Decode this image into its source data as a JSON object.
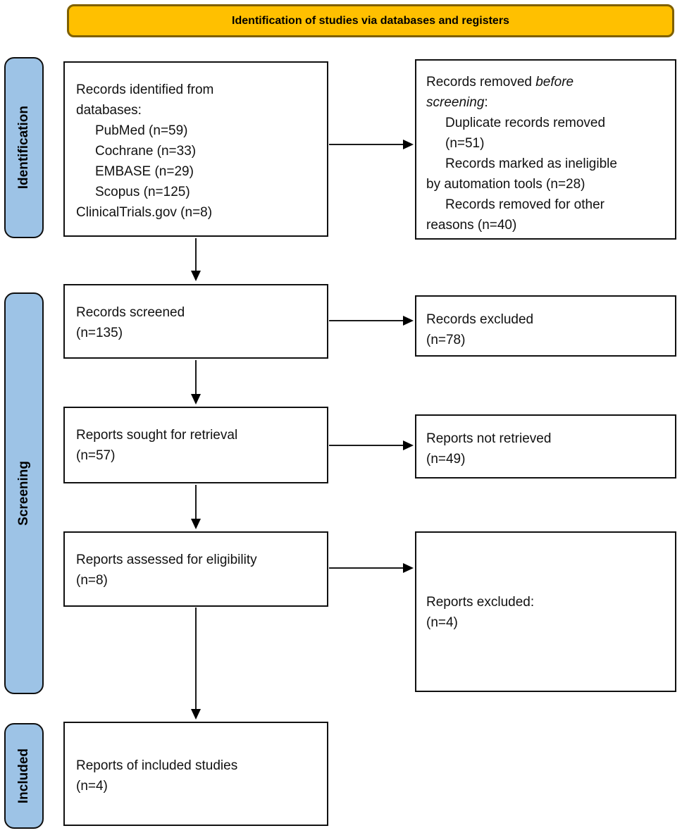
{
  "banner": {
    "label": "Identification of studies via databases and registers"
  },
  "sidebar": {
    "identification": "Identification",
    "screening": "Screening",
    "included": "Included"
  },
  "colors": {
    "banner_fill": "#FFC000",
    "banner_border": "#7F6000",
    "stage_fill": "#9DC3E6",
    "box_border": "#111111",
    "text": "#111111"
  },
  "boxes": {
    "records_identified": {
      "lines": [
        "Records identified from",
        "databases:",
        {
          "text": "PubMed (n=59)",
          "indent": true
        },
        {
          "text": "Cochrane (n=33)",
          "indent": true
        },
        {
          "text": "EMBASE (n=29)",
          "indent": true
        },
        {
          "text": "Scopus (n=125)",
          "indent": true
        },
        "ClinicalTrials.gov (n=8)"
      ]
    },
    "records_removed": {
      "lines": [
        {
          "parts": [
            {
              "text": "Records removed "
            },
            {
              "text": "before",
              "italic": true
            }
          ]
        },
        {
          "parts": [
            {
              "text": "screening",
              "italic": true
            },
            {
              "text": ":"
            }
          ]
        },
        {
          "text": "Duplicate records removed",
          "indent": true
        },
        {
          "text": "(n=51)",
          "indent": true
        },
        {
          "text": "Records marked as ineligible",
          "indent": true
        },
        "by automation tools (n=28)",
        {
          "text": "Records removed for other",
          "indent": true
        },
        "reasons (n=40)"
      ]
    },
    "records_screened": {
      "lines": [
        "Records screened",
        "(n=135)"
      ]
    },
    "records_excluded": {
      "lines": [
        "Records excluded",
        "(n=78)"
      ]
    },
    "reports_sought": {
      "lines": [
        "Reports sought for retrieval",
        "(n=57)"
      ]
    },
    "reports_not_retrieved": {
      "lines": [
        "Reports not retrieved",
        "(n=49)"
      ]
    },
    "reports_assessed": {
      "lines": [
        "Reports assessed for eligibility",
        "(n=8)"
      ]
    },
    "reports_excluded": {
      "lines": [
        "Reports excluded:",
        "(n=4)"
      ]
    },
    "reports_included": {
      "lines": [
        "Reports of included studies",
        "(n=4)"
      ]
    }
  }
}
